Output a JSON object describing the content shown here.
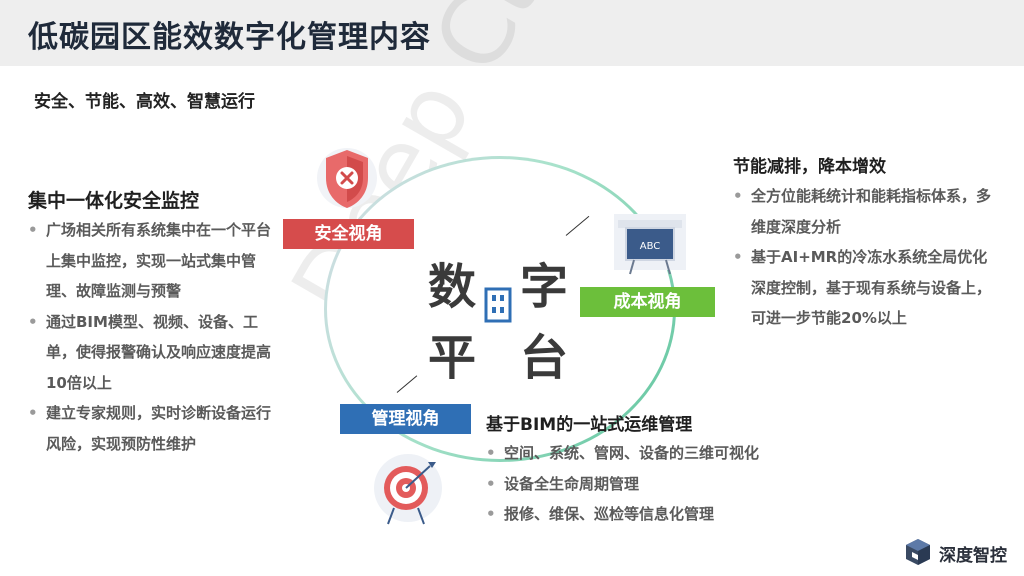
{
  "title": "低碳园区能效数字化管理内容",
  "subtitle": "安全、节能、高效、智慧运行",
  "watermark": "Deep Ctrls",
  "center": {
    "chars": [
      "数",
      "字",
      "平",
      "台"
    ]
  },
  "tags": {
    "security": "安全视角",
    "cost": "成本视角",
    "management": "管理视角"
  },
  "left_block": {
    "title": "集中一体化安全监控",
    "bullets": [
      "广场相关所有系统集中在一个平台上集中监控，实现一站式集中管理、故障监测与预警",
      "通过BIM模型、视频、设备、工单，使得报警确认及响应速度提高10倍以上",
      "建立专家规则，实时诊断设备运行风险，实现预防性维护"
    ]
  },
  "right_block": {
    "title": "节能减排，降本增效",
    "bullets": [
      "全方位能耗统计和能耗指标体系，多维度深度分析",
      "基于AI+MR的冷冻水系统全局优化深度控制，基于现有系统与设备上，可进一步节能20%以上"
    ]
  },
  "bottom_block": {
    "title": "基于BIM的一站式运维管理",
    "bullets": [
      "空间、系统、管网、设备的三维可视化",
      "设备全生命周期管理",
      "报修、维保、巡检等信息化管理"
    ]
  },
  "icons": {
    "shield": "shield-x-icon",
    "board": "chalkboard-icon",
    "target": "target-icon",
    "building": "building-icon",
    "board_text": "ABC"
  },
  "brand": {
    "name": "深度智控"
  },
  "colors": {
    "red": "#d64c4c",
    "green": "#6cbf3b",
    "blue": "#2f6fb5"
  }
}
